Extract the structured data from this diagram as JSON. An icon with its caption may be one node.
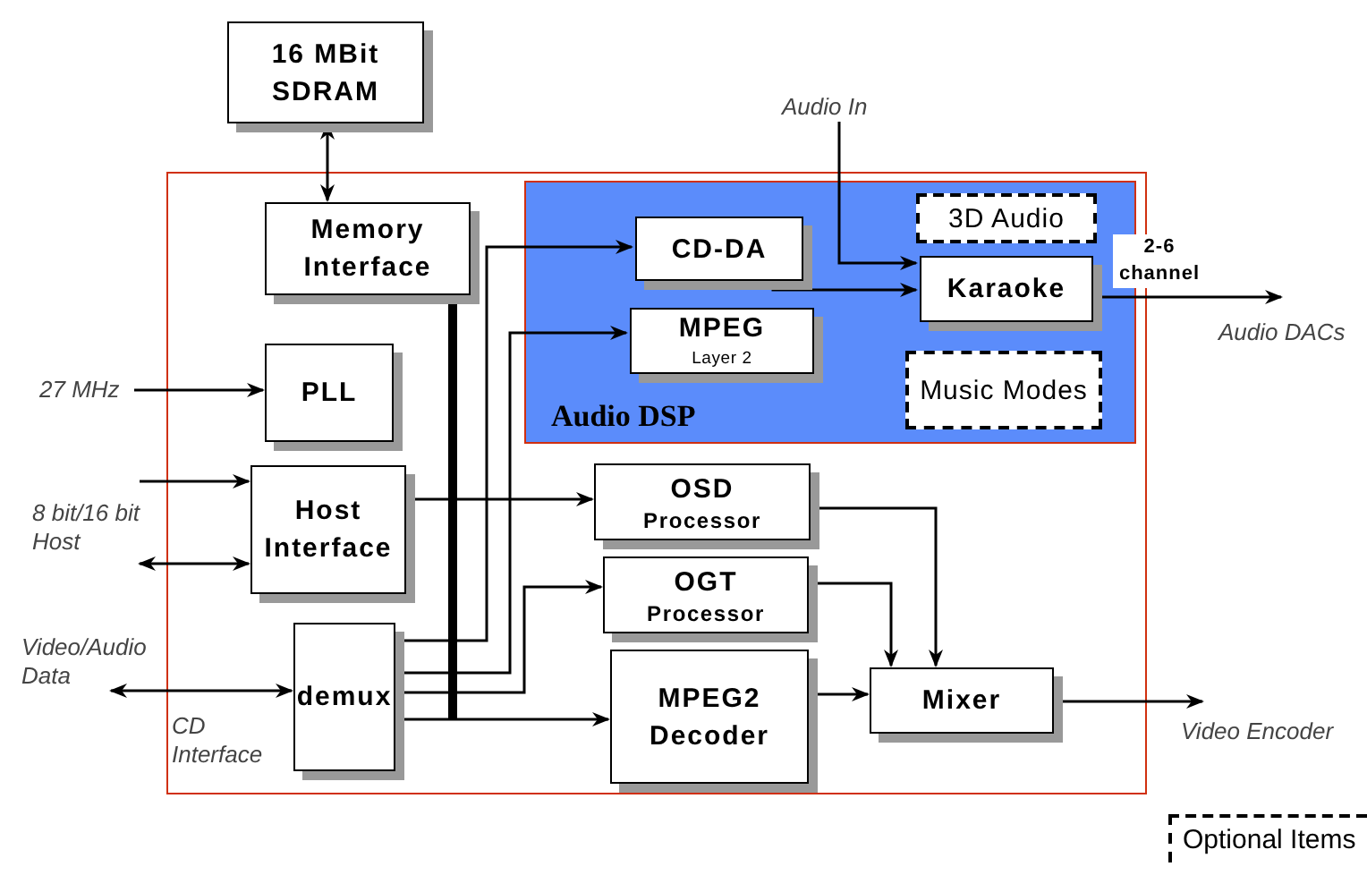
{
  "diagram": {
    "nodes": [
      {
        "text": [],
        "shape": "box"
      },
      {
        "text": [
          "16 MBit SDRAM"
        ]
      },
      {
        "text": [
          "Memory Interface"
        ],
        "in": 0
      },
      {
        "text": [
          "Audio DSP"
        ],
        "in": 0
      },
      {
        "text": [
          "CD-DA"
        ],
        "in": 3
      },
      {
        "text": [
          "MPEG",
          "Layer 2"
        ],
        "in": 3
      },
      {
        "text": [
          "3D Audio"
        ],
        "in": 3
      },
      {
        "text": [
          "Karaoke"
        ],
        "in": 3
      },
      {
        "text": [
          "Music Modes"
        ],
        "in": 3
      },
      {
        "text": [
          "PLL"
        ],
        "in": 0
      },
      {
        "text": [
          "Host Interface"
        ],
        "in": 0
      },
      {
        "text": [
          "OSD",
          "Processor"
        ],
        "in": 0
      },
      {
        "text": [
          "OGT",
          "Processor"
        ],
        "in": 0
      },
      {
        "text": [
          "demux"
        ],
        "in": 0
      },
      {
        "text": [
          "MPEG2 Decoder"
        ],
        "in": 0
      },
      {
        "text": [
          "Mixer"
        ],
        "in": 0
      },
      {
        "text": [
          "Audio In"
        ]
      },
      {
        "text": [
          "27 MHz"
        ]
      },
      {
        "text": [
          "Audio DACs"
        ]
      },
      {
        "text": [
          "8 bit/16 bit Host"
        ]
      },
      {
        "text": [
          "Video/Audio Data"
        ]
      },
      {
        "text": [
          "Video Encoder"
        ]
      }
    ],
    "edges": [
      {
        "from": 1,
        "to": 2,
        "arrow": "both"
      },
      {
        "from": 13,
        "to": 4,
        "arrow": "to"
      },
      {
        "from": 13,
        "to": 5,
        "arrow": "to"
      },
      {
        "from": 13,
        "to": 12,
        "arrow": "to"
      },
      {
        "from": 13,
        "to": 14,
        "arrow": "to"
      },
      {
        "from": 2,
        "to": null,
        "arrow": "none",
        "style": "thick"
      },
      {
        "from": 10,
        "to": 11,
        "arrow": "to"
      },
      {
        "from": 4,
        "to": 7,
        "arrow": "to"
      },
      {
        "from": 16,
        "to": 7,
        "arrow": "to"
      },
      {
        "from": 7,
        "to": 18,
        "arrow": "to",
        "label": "2-6 channel"
      },
      {
        "from": 11,
        "to": 15,
        "arrow": "to"
      },
      {
        "from": 12,
        "to": 15,
        "arrow": "to"
      },
      {
        "from": 14,
        "to": 15,
        "arrow": "to"
      },
      {
        "from": 15,
        "to": 21,
        "arrow": "to"
      },
      {
        "from": 17,
        "to": 9,
        "arrow": "to"
      },
      {
        "from": 19,
        "to": 10,
        "arrow": "to"
      },
      {
        "from": 19,
        "to": 10,
        "arrow": "both"
      },
      {
        "from": 20,
        "to": 13,
        "arrow": "both"
      }
    ],
    "labels": [
      "CD Interface"
    ],
    "legend": [
      {
        "text": "Optional Items"
      }
    ]
  }
}
